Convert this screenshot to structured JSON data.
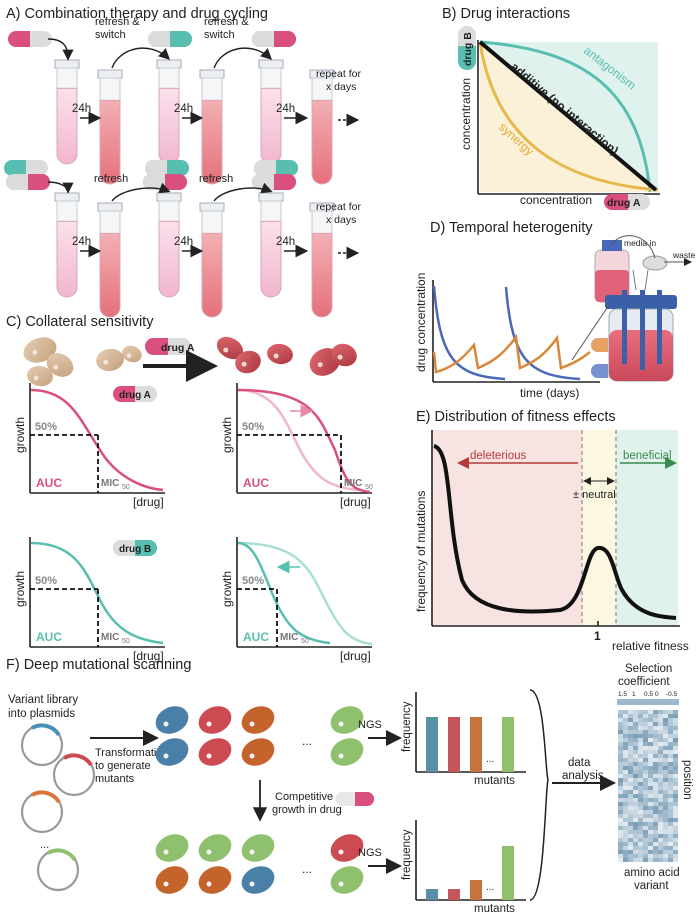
{
  "panelA": {
    "title": "A) Combination therapy and drug cycling",
    "time": "24h",
    "refresh_switch": [
      "refresh &",
      "switch"
    ],
    "refresh": "refresh",
    "repeat": [
      "repeat for",
      "x days"
    ]
  },
  "panelB": {
    "title": "B) Drug interactions",
    "ylabel": "concentration",
    "xlabel": "concentration",
    "drugB": "drug B",
    "drugA": "drug A",
    "antagonism": "antagonism",
    "additive": "additive (no interaction)",
    "synergy": "synergy"
  },
  "panelC": {
    "title": "C) Collateral sensitivity",
    "drugA": "drug A",
    "drugB": "drug B",
    "growth": "growth",
    "drug_axis": "[drug]",
    "fifty": "50%",
    "auc": "AUC",
    "mic": "MIC",
    "mic_sub": "50"
  },
  "panelD": {
    "title": "D) Temporal heterogenity",
    "ylabel": "drug concentration",
    "xlabel": "time (days)",
    "media_in": "media in",
    "waste": "waste"
  },
  "panelE": {
    "title": "E) Distribution of fitness effects",
    "ylabel": "frequency of mutations",
    "xlabel": "relative fitness",
    "deleterious": "deleterious",
    "neutral": "± neutral",
    "beneficial": "beneficial",
    "one": "1"
  },
  "panelF": {
    "title": "F) Deep mutational scanning",
    "library": [
      "Variant library",
      "into plasmids"
    ],
    "transformation": [
      "Transformation",
      "to generate",
      "mutants"
    ],
    "competitive": [
      "Competitive",
      "growth in drug"
    ],
    "ngs": "NGS",
    "frequency": "frequency",
    "mutants": "mutants",
    "dots": "...",
    "data_analysis": [
      "data",
      "analysis"
    ],
    "selection": [
      "Selection",
      "coefficient"
    ],
    "scale": [
      "1.5",
      "1",
      "0.5",
      "0",
      "-0.5"
    ],
    "position": "position",
    "aa_variant": [
      "amino acid",
      "variant"
    ]
  },
  "colors": {
    "pink": "#d94f7f",
    "teal": "#58bfb0",
    "yellow": "#e6b94b",
    "blue": "#4a68b8",
    "orange": "#d9873a",
    "brown_cell": "#d4b596",
    "red_cell": "#cc4a52",
    "green_cell": "#8fc06e"
  }
}
